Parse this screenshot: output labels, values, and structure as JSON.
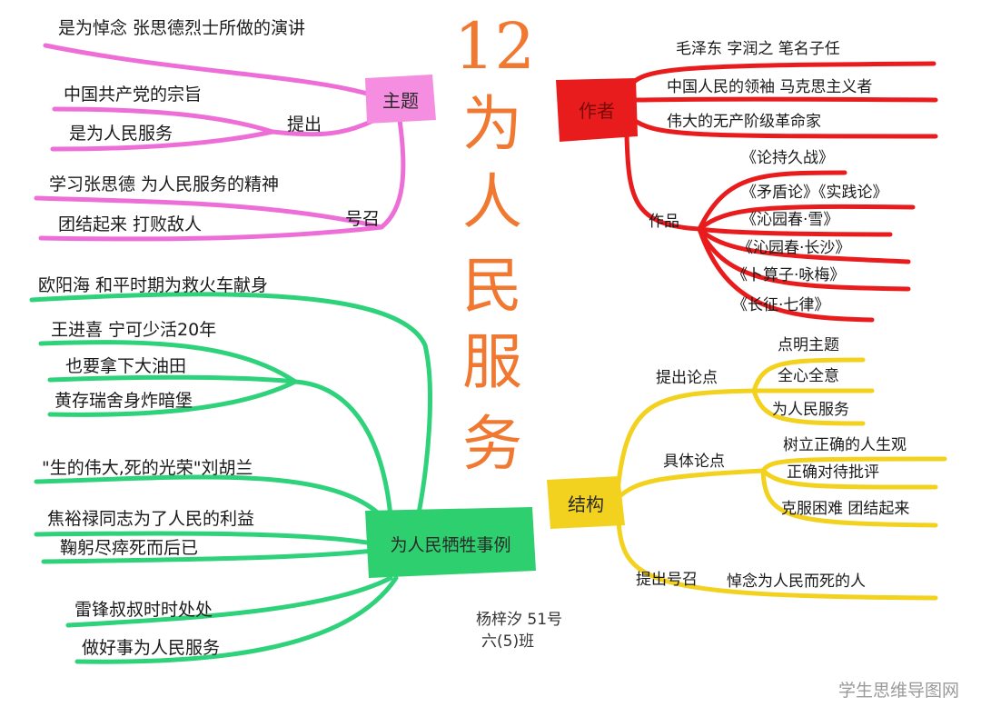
{
  "title": {
    "number": "12",
    "chars": [
      "为",
      "人",
      "民",
      "服",
      "务"
    ]
  },
  "topic": {
    "label": "主题",
    "item_memorial": "是为悼念 张思德烈士所做的演讲",
    "propose": {
      "label": "提出",
      "items": [
        "中国共产党的宗旨",
        "是为人民服务"
      ]
    },
    "call": {
      "label": "号召",
      "items": [
        "学习张思德 为人民服务的精神",
        "团结起来 打败敌人"
      ]
    }
  },
  "author": {
    "label": "作者",
    "items": [
      "毛泽东 字润之 笔名子任",
      "中国人民的领袖 马克思主义者",
      "伟大的无产阶级革命家"
    ],
    "works": {
      "label": "作品",
      "items": [
        "《论持久战》",
        "《矛盾论》《实践论》",
        "《沁园春·雪》",
        "《沁园春·长沙》",
        "《卜算子·咏梅》",
        "《长征·七律》"
      ]
    }
  },
  "structure": {
    "label": "结构",
    "thesis": {
      "label": "提出论点",
      "items": [
        "点明主题",
        "全心全意",
        "为人民服务"
      ]
    },
    "arguments": {
      "label": "具体论点",
      "items": [
        "树立正确的人生观",
        "正确对待批评",
        "克服困难 团结起来"
      ]
    },
    "call": {
      "label": "提出号召",
      "text": "悼念为人民而死的人"
    }
  },
  "examples": {
    "label": "为人民牺牲事例",
    "items": [
      "欧阳海 和平时期为救火车献身",
      "王进喜 宁可少活20年",
      "也要拿下大油田",
      "黄存瑞舍身炸暗堡",
      "\"生的伟大,死的光荣\"刘胡兰",
      "焦裕禄同志为了人民的利益",
      "鞠躬尽瘁死而后已",
      "雷锋叔叔时时处处",
      "做好事为人民服务"
    ]
  },
  "signature": {
    "name": "杨梓汐 51号",
    "class": "六(5)班"
  },
  "watermark": "学生思维导图网",
  "colors": {
    "title": "#f07830",
    "topic": "#ee6ed8",
    "topic_hub": "#f58ee0",
    "author": "#e81c1c",
    "structure": "#f2d21e",
    "examples": "#2ed27a",
    "examples_hub": "#2ecf6e"
  }
}
